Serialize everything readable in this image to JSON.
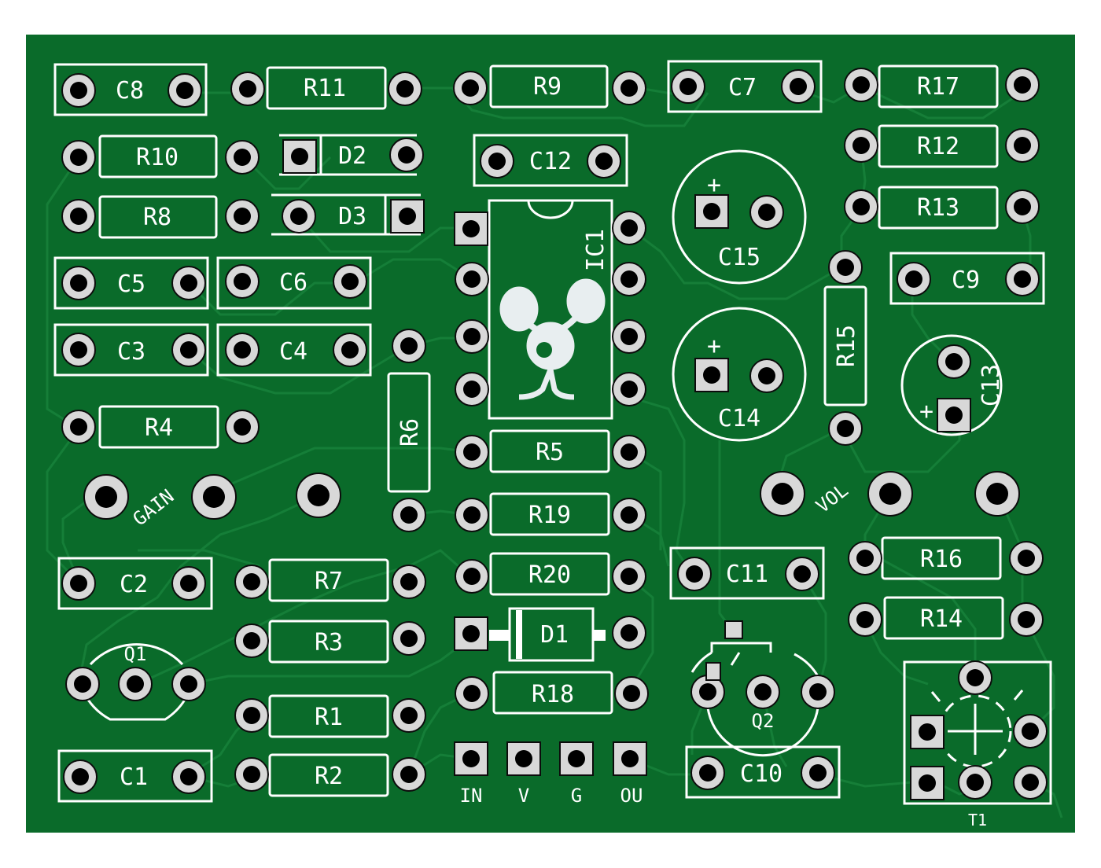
{
  "board": {
    "colors": {
      "soldermask": "#0a6b2a",
      "trace": "#17813a",
      "silkscreen": "#ffffff",
      "drill": "#000000",
      "pad": "#d8d8d8"
    }
  },
  "labels": {
    "C8": "C8",
    "R11": "R11",
    "R9": "R9",
    "C7": "C7",
    "R17": "R17",
    "R10": "R10",
    "D2": "D2",
    "C12": "C12",
    "R12": "R12",
    "R8": "R8",
    "D3": "D3",
    "R13": "R13",
    "C5": "C5",
    "C6": "C6",
    "C15": "C15",
    "C9": "C9",
    "IC1": "IC1",
    "C3": "C3",
    "C4": "C4",
    "R15": "R15",
    "C13": "C13",
    "C14": "C14",
    "R4": "R4",
    "R6": "R6",
    "R5": "R5",
    "GAIN": "GAIN",
    "VOL": "VOL",
    "R19": "R19",
    "C2": "C2",
    "R7": "R7",
    "R20": "R20",
    "C11": "C11",
    "R16": "R16",
    "Q1": "Q1",
    "R3": "R3",
    "D1": "D1",
    "R14": "R14",
    "R1": "R1",
    "R18": "R18",
    "Q2": "Q2",
    "C1": "C1",
    "R2": "R2",
    "C10": "C10",
    "T1": "T1",
    "plus": "+",
    "IN": "IN",
    "V": "V",
    "G": "G",
    "OU": "OU"
  },
  "logo": {
    "icon": "bunny-logo"
  }
}
